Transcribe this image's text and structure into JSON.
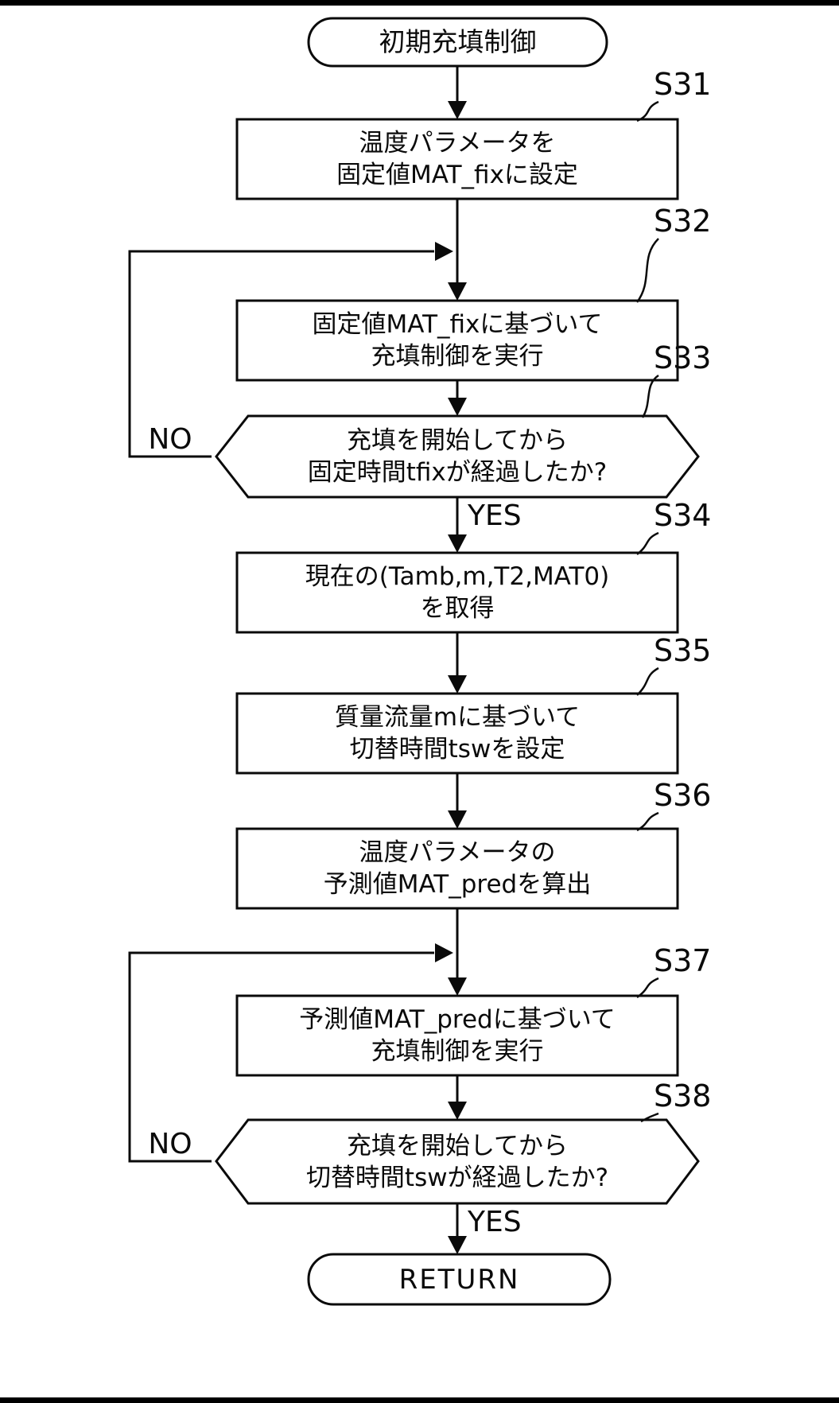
{
  "page": {
    "background": "#ffffff",
    "ink": "#0a0a0a"
  },
  "flowchart": {
    "start": {
      "label": "初期充填制御"
    },
    "end": {
      "label": "RETURN"
    },
    "steps": [
      {
        "id": "S31",
        "type": "process",
        "line1": "温度パラメータを",
        "line2": "固定値MAT_fixに設定"
      },
      {
        "id": "S32",
        "type": "process",
        "line1": "固定値MAT_fixに基づいて",
        "line2": "充填制御を実行"
      },
      {
        "id": "S33",
        "type": "decision",
        "line1": "充填を開始してから",
        "line2": "固定時間tfixが経過したか?",
        "yes": "YES",
        "no": "NO"
      },
      {
        "id": "S34",
        "type": "process",
        "line1": "現在の(Tamb,m,T2,MAT0)",
        "line2": "を取得"
      },
      {
        "id": "S35",
        "type": "process",
        "line1": "質量流量mに基づいて",
        "line2": "切替時間tswを設定"
      },
      {
        "id": "S36",
        "type": "process",
        "line1": "温度パラメータの",
        "line2": "予測値MAT_predを算出"
      },
      {
        "id": "S37",
        "type": "process",
        "line1": "予測値MAT_predに基づいて",
        "line2": "充填制御を実行"
      },
      {
        "id": "S38",
        "type": "decision",
        "line1": "充填を開始してから",
        "line2": "切替時間tswが経過したか?",
        "yes": "YES",
        "no": "NO"
      }
    ]
  }
}
